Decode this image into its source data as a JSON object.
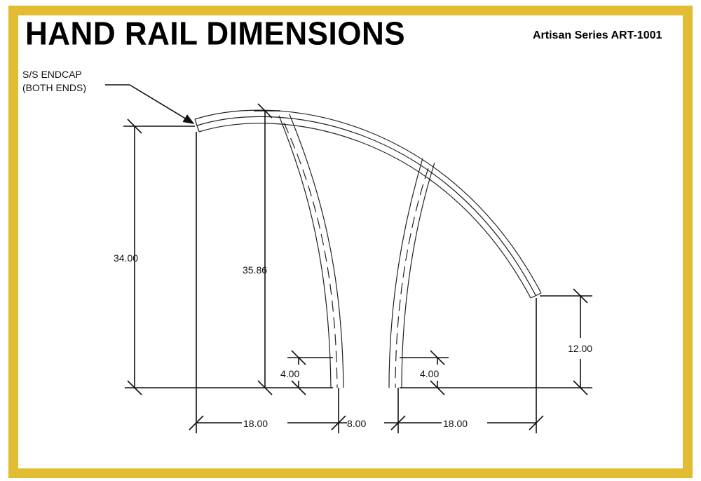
{
  "title": "HAND RAIL DIMENSIONS",
  "series": "Artisan Series ART-1001",
  "callout": {
    "line1": "S/S ENDCAP",
    "line2": "(BOTH ENDS)"
  },
  "dimensions": {
    "height_start": "34.00",
    "height_peak": "35.86",
    "height_end": "12.00",
    "left_post_offset": "4.00",
    "right_post_offset": "4.00",
    "span_left": "18.00",
    "span_middle": "8.00",
    "span_right": "18.00"
  },
  "colors": {
    "border": "#e2bd33",
    "ink": "#111111"
  }
}
